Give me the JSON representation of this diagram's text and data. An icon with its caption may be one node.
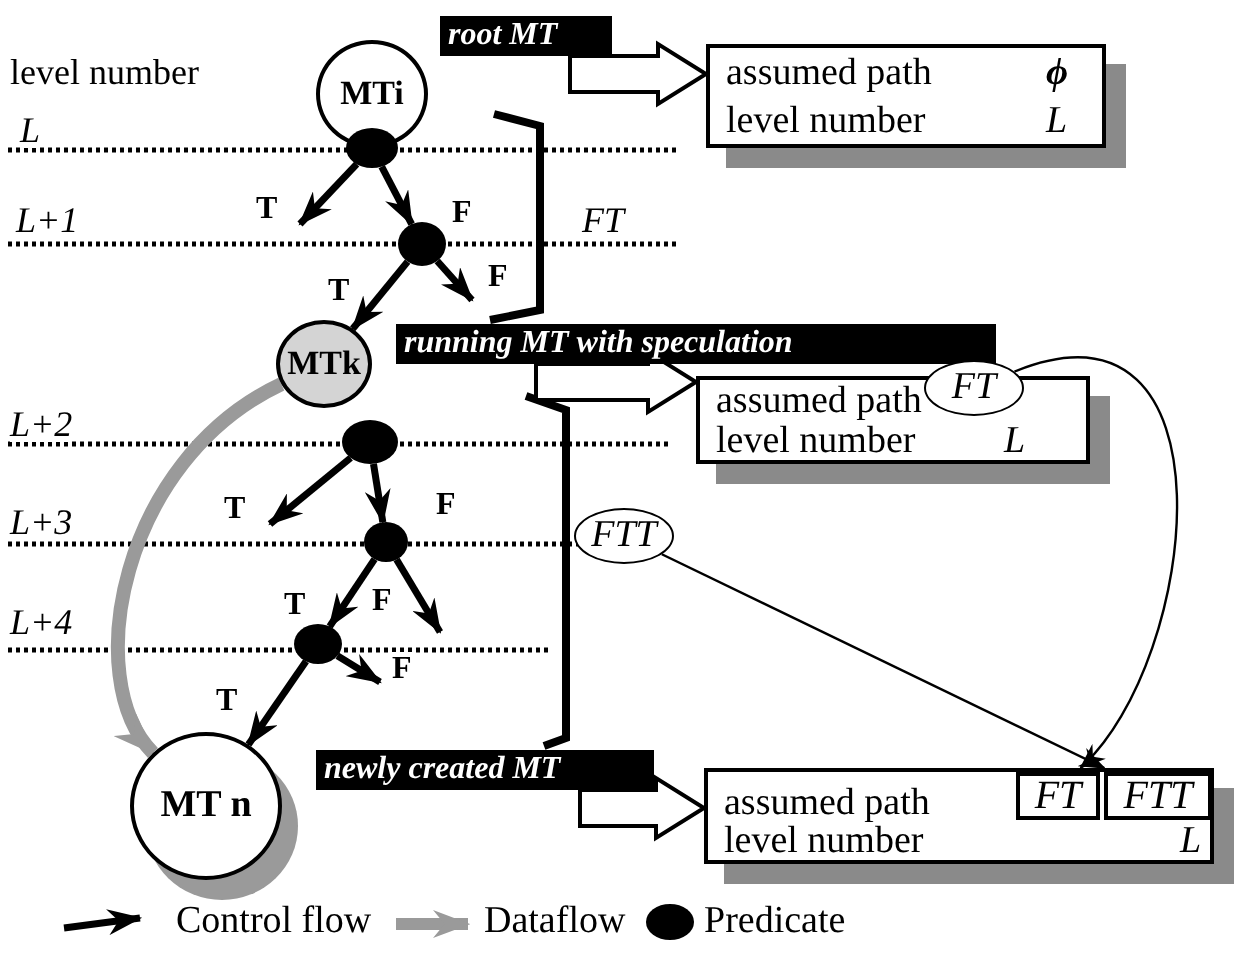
{
  "diagram": {
    "nodes": [
      {
        "text": [
          "root MT"
        ]
      },
      {
        "text": [
          "MTi"
        ]
      },
      {
        "text": [
          "assumed path",
          "ϕ",
          "level number",
          "L"
        ]
      },
      {
        "text": [],
        "shape": "circle"
      },
      {
        "text": [],
        "shape": "circle"
      },
      {
        "text": [
          "MTk"
        ]
      },
      {
        "text": [
          "running MT with speculation"
        ]
      },
      {
        "text": [
          "assumed path",
          "level number",
          "L"
        ]
      },
      {
        "text": [
          "FT"
        ]
      },
      {
        "text": [],
        "shape": "circle"
      },
      {
        "text": [
          "FTT"
        ]
      },
      {
        "text": [],
        "shape": "circle"
      },
      {
        "text": [],
        "shape": "circle"
      },
      {
        "text": [
          "MT n"
        ]
      },
      {
        "text": [
          "newly created MT"
        ]
      },
      {
        "text": [
          "assumed path",
          "level number",
          "L"
        ]
      },
      {
        "text": [
          "FT"
        ],
        "in": 15
      },
      {
        "text": [
          "FTT"
        ],
        "in": 15
      }
    ],
    "edges": [
      {
        "from": 3,
        "to": null,
        "arrow": "to",
        "label": "T"
      },
      {
        "from": 3,
        "to": 4,
        "arrow": "to",
        "label": "F"
      },
      {
        "from": 4,
        "to": 5,
        "arrow": "to",
        "label": "T"
      },
      {
        "from": 4,
        "to": null,
        "arrow": "to",
        "label": "F"
      },
      {
        "from": 9,
        "to": null,
        "arrow": "to",
        "label": "T"
      },
      {
        "from": 9,
        "to": 11,
        "arrow": "to",
        "label": "F"
      },
      {
        "from": 11,
        "to": 12,
        "arrow": "to",
        "label": "T"
      },
      {
        "from": 11,
        "to": null,
        "arrow": "to",
        "label": "F"
      },
      {
        "from": 12,
        "to": 13,
        "arrow": "to",
        "label": "T"
      },
      {
        "from": 12,
        "to": null,
        "arrow": "to",
        "label": "F"
      },
      {
        "from": 5,
        "to": 13,
        "arrow": "to",
        "style": "thick",
        "color": "#9a9a9a"
      },
      {
        "from": 0,
        "to": 2,
        "arrow": "to"
      },
      {
        "from": 6,
        "to": 7,
        "arrow": "to"
      },
      {
        "from": 14,
        "to": 15,
        "arrow": "to"
      },
      {
        "from": 8,
        "to": 16,
        "arrow": "to"
      },
      {
        "from": 10,
        "to": 17,
        "arrow": "to"
      }
    ],
    "labels": [
      "level number",
      "L",
      "L+1",
      "FT",
      "L+2",
      "L+3",
      "L+4"
    ],
    "legend": [
      {
        "text": "Control flow"
      },
      {
        "text": "Dataflow"
      },
      {
        "text": "Predicate"
      }
    ]
  }
}
